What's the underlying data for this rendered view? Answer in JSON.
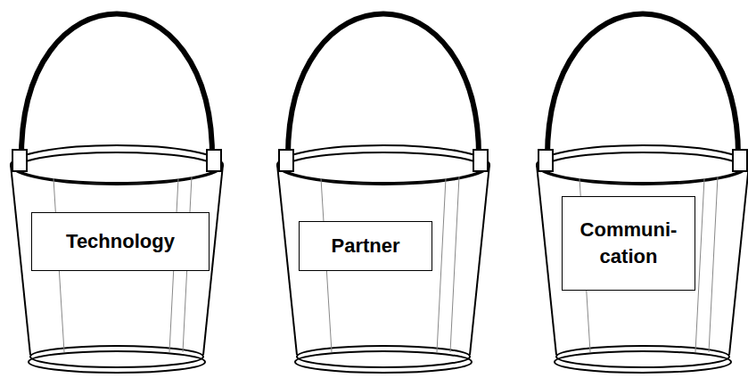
{
  "diagram": {
    "nodes": [
      {
        "text": [
          "Technology"
        ]
      },
      {
        "text": [
          "Partner"
        ]
      },
      {
        "text": [
          "Communi- cation"
        ]
      }
    ]
  }
}
